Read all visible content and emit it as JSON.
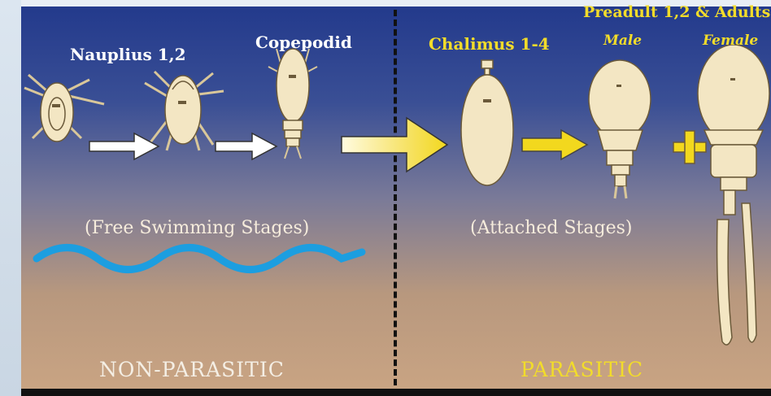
{
  "labels": {
    "nauplius": "Nauplius 1,2",
    "copepodid": "Copepodid",
    "chalimus": "Chalimus 1-4",
    "preadult": "Preadult 1,2 & Adults",
    "male": "Male",
    "female": "Female",
    "free_swimming": "(Free Swimming Stages)",
    "attached": "(Attached Stages)",
    "non_parasitic": "NON-PARASITIC",
    "parasitic": "PARASITIC"
  },
  "colors": {
    "arrow_white": "#ffffff",
    "arrow_yellow": "#f2d81e",
    "wave": "#1c9ee0",
    "body": "#f3e6c3",
    "outline": "#6b5a3a"
  },
  "icons": [
    "nauplius-icon",
    "copepodid-icon",
    "chalimus-icon",
    "male-icon",
    "female-icon",
    "plus-icon",
    "wave-icon"
  ]
}
